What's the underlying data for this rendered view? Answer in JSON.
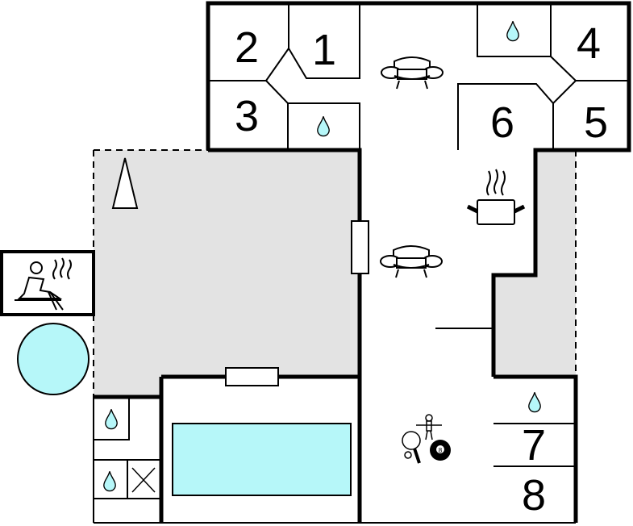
{
  "floorplan": {
    "rooms": [
      {
        "label": "1"
      },
      {
        "label": "2"
      },
      {
        "label": "3"
      },
      {
        "label": "4"
      },
      {
        "label": "5"
      },
      {
        "label": "6"
      },
      {
        "label": "7"
      },
      {
        "label": "8"
      }
    ],
    "icons": [
      "sofa-icon",
      "water-drop-icon",
      "cooking-pot-icon",
      "sauna-icon",
      "hot-tub-icon",
      "pool-icon",
      "table-tennis-icon",
      "billiards-icon",
      "foosball-icon",
      "north-arrow-icon",
      "toilet-icon"
    ],
    "colors": {
      "wall": "#000000",
      "terrace": "#e3e3e3",
      "water": "#b6f7f9",
      "background": "#ffffff"
    }
  }
}
